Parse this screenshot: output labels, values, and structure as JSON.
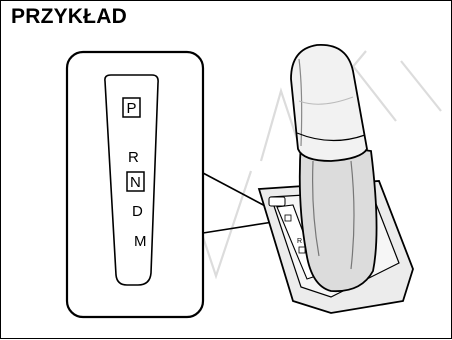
{
  "header": {
    "title": "PRZYKŁAD"
  },
  "gear_indicator": {
    "positions": [
      "P",
      "R",
      "N",
      "D",
      "M"
    ],
    "boxed_positions": [
      "P",
      "N"
    ]
  },
  "watermark": {
    "text": "NEWNETT",
    "color": "#c8c8c8"
  },
  "colors": {
    "outline": "#000000",
    "shade": "#d9d9d9",
    "shade_dark": "#9a9a9a"
  }
}
